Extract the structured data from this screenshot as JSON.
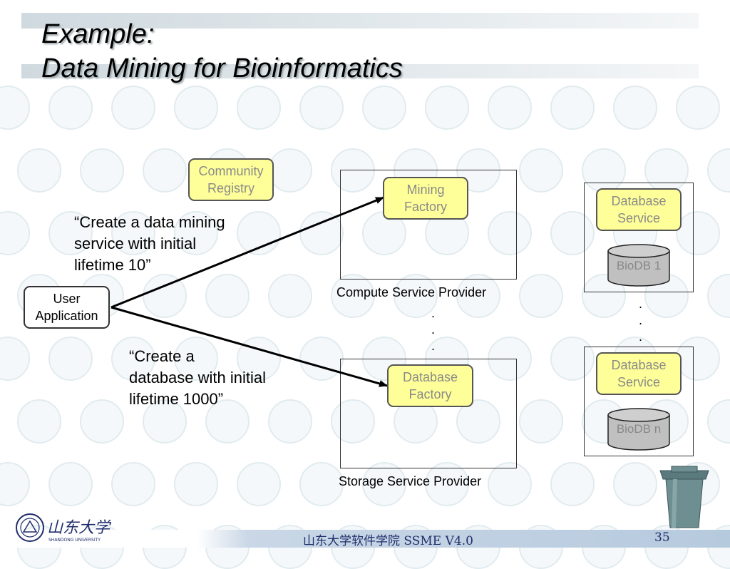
{
  "slide": {
    "title_line1": "Example:",
    "title_line2": "Data Mining for Bioinformatics"
  },
  "nodes": {
    "community_registry": [
      "Community",
      "Registry"
    ],
    "mining_factory": [
      "Mining",
      "Factory"
    ],
    "database_factory": [
      "Database",
      "Factory"
    ],
    "database_service_1": [
      "Database",
      "Service"
    ],
    "database_service_n": [
      "Database",
      "Service"
    ],
    "user_application": [
      "User",
      "Application"
    ],
    "biodb_1": "BioDB 1",
    "biodb_n": "BioDB n"
  },
  "providers": {
    "compute": "Compute Service Provider",
    "storage": "Storage Service Provider"
  },
  "messages": {
    "mining": [
      "“Create a data mining",
      "service with initial",
      "lifetime 10”"
    ],
    "database": [
      "“Create a",
      "database with initial",
      "lifetime 1000”"
    ]
  },
  "ellipsis": ".",
  "footer": {
    "logo_text": "山东大学",
    "logo_subtext": "SHANDONG UNIVERSITY",
    "center": "山东大学软件学院     SSME V4.0",
    "page_number": "35"
  },
  "colors": {
    "node_fill": "#ffff99",
    "node_text": "#8a8a8a",
    "footer_text": "#1f2d6b"
  }
}
